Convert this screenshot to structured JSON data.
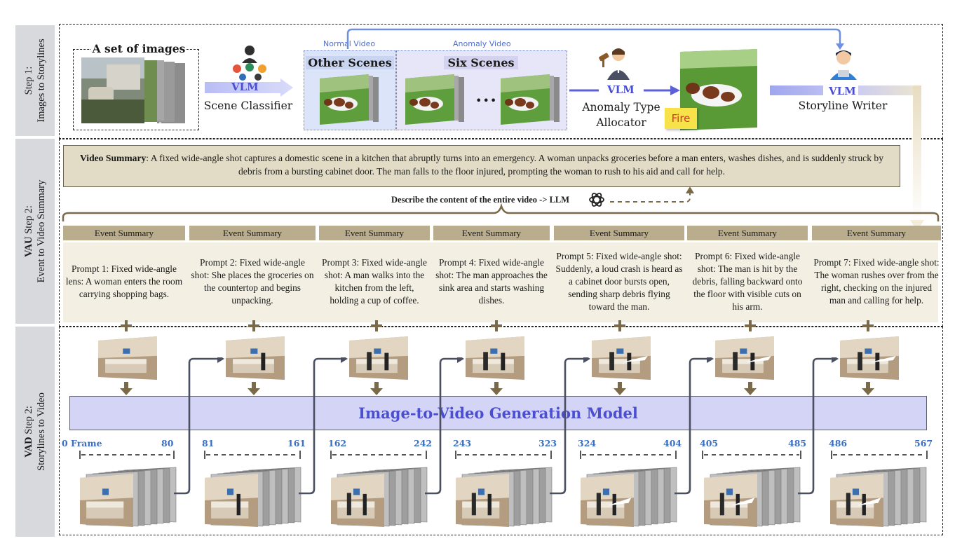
{
  "step_labels": [
    "Step 1:\nImages to Storylines",
    "VAU Step 2:\nEvent to Video Summary",
    "VAD Step 2:\nStorylines to Video"
  ],
  "step1": {
    "image_set_title": "A set of images",
    "vlm": "VLM",
    "scene_classifier": "Scene Classifier",
    "normal_video": "Normal Video",
    "anomaly_video": "Anomaly Video",
    "other_scenes": "Other Scenes",
    "six_scenes": "Six Scenes",
    "ellipsis": "•••",
    "anomaly_allocator": "Anomaly Type\nAllocator",
    "fire_tag": "Fire",
    "storyline_writer": "Storyline Writer"
  },
  "summary": {
    "bold": "Video Summary",
    "text": ": A fixed wide-angle shot captures a domestic scene in a kitchen that abruptly turns into an emergency. A woman unpacks groceries before a man enters, washes dishes, and is suddenly struck by debris from a bursting cabinet door. The man falls to the floor injured, prompting the woman to rush to his aid and call for help.",
    "describe": "Describe the content of the entire video -> LLM"
  },
  "event_header": "Event Summary",
  "prompts": [
    "Prompt 1: Fixed wide-angle lens: A woman enters the room carrying shopping bags.",
    "Prompt 2: Fixed wide-angle shot: She places the groceries on the countertop and begins unpacking.",
    "Prompt 3: Fixed wide-angle shot: A man walks into the kitchen from the left, holding a cup of coffee.",
    "Prompt 4:  Fixed wide-angle shot: The man approaches the sink area and starts washing dishes.",
    "Prompt 5:  Fixed wide-angle shot: Suddenly, a loud crash is heard as a cabinet door bursts open, sending sharp debris flying toward the man.",
    "Prompt 6: Fixed wide-angle shot: The man is hit by the debris, falling backward onto the floor with visible cuts on his arm.",
    "Prompt 7: Fixed wide-angle shot: The woman rushes over from the right, checking on the injured man and calling for help."
  ],
  "gen_model": "Image-to-Video Generation Model",
  "frames": [
    {
      "start": "0 Frame",
      "end": "80"
    },
    {
      "start": "81",
      "end": "161"
    },
    {
      "start": "162",
      "end": "242"
    },
    {
      "start": "243",
      "end": "323"
    },
    {
      "start": "324",
      "end": "404"
    },
    {
      "start": "405",
      "end": "485"
    },
    {
      "start": "486",
      "end": "567"
    }
  ],
  "colors": {
    "vlm_blue": "#4b4fcf",
    "frame_blue": "#3a6fc4",
    "event_head": "#b9ad8d",
    "summary_bg": "#e2dcc6",
    "gen_bg": "#d3d4f6",
    "arrow_brown": "#7a6a4a",
    "fire_bg": "#f7e24a",
    "fire_text": "#d6332b"
  },
  "icons": [
    "person-icon",
    "judge-icon",
    "writer-icon",
    "openai-logo-icon",
    "plus-icon",
    "down-arrow-icon"
  ]
}
